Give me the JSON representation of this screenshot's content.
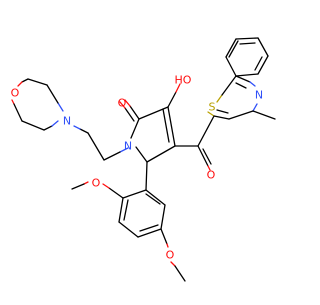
{
  "molecule": {
    "atoms": {
      "o_lactam": "O",
      "o_hydroxyl": "HO",
      "n_pyrrole": "N",
      "n_morph": "N",
      "o_morph": "O",
      "s_thiazole": "S",
      "n_thiazole": "N",
      "o_ketone": "O",
      "o_methoxy_top": "O",
      "o_methoxy_bottom": "O"
    },
    "colors": {
      "carbon": "#000000",
      "oxygen": "#ff0d0d",
      "nitrogen": "#3050f8",
      "sulfur": "#b8a000"
    }
  }
}
